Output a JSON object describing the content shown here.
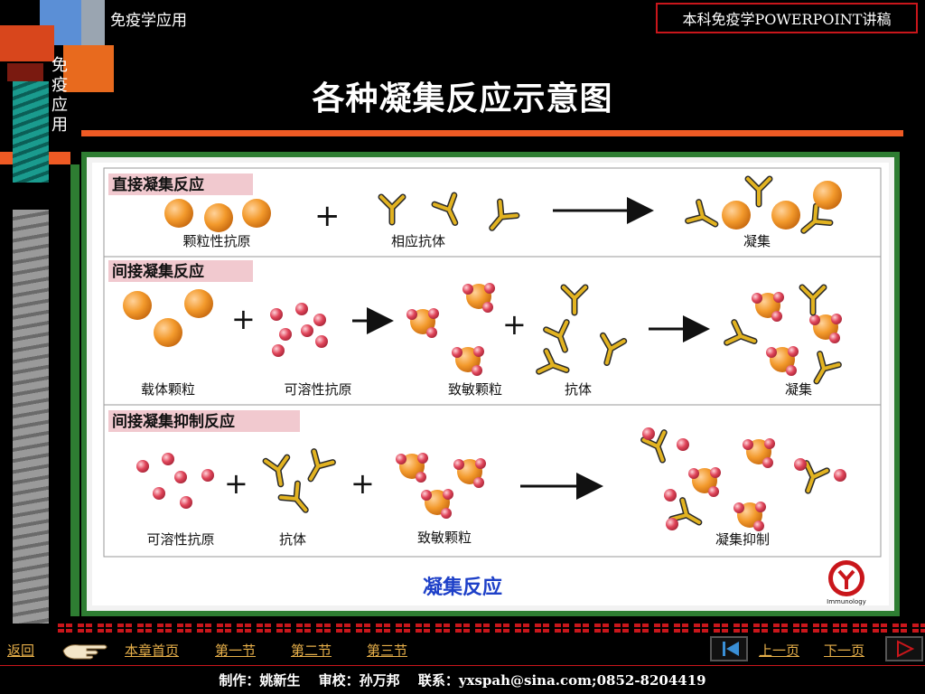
{
  "header": {
    "left_title": "免疫学应用",
    "right_title": "本科免疫学POWERPOINT讲稿"
  },
  "sidebar": {
    "vertical_label": [
      "免",
      "疫",
      "应",
      "用"
    ]
  },
  "slide": {
    "title": "各种凝集反应示意图",
    "caption": "凝集反应",
    "logo_text": "Immunology"
  },
  "panels": [
    {
      "heading": "直接凝集反应",
      "labels": [
        "颗粒性抗原",
        "相应抗体",
        "凝集"
      ]
    },
    {
      "heading": "间接凝集反应",
      "labels": [
        "载体颗粒",
        "可溶性抗原",
        "致敏颗粒",
        "抗体",
        "凝集"
      ]
    },
    {
      "heading": "间接凝集抑制反应",
      "labels": [
        "可溶性抗原",
        "抗体",
        "致敏颗粒",
        "凝集抑制"
      ]
    }
  ],
  "footer": {
    "back": "返回",
    "chapter_home": "本章首页",
    "section1": "第一节",
    "section2": "第二节",
    "section3": "第三节",
    "prev": "上一页",
    "next": "下一页",
    "credits": "制作：姚新生　 审校：孙万邦　 联系：yxspah@sina.com;0852-8204419"
  },
  "colors": {
    "accent_red": "#c9161b",
    "accent_orange": "#ee5a24",
    "frame_green": "#2e7d32",
    "link_gold": "#e8b04a",
    "particle_orange": "#f39a2c",
    "antigen_red": "#e0455a",
    "antibody_yellow": "#e2b321",
    "caption_blue": "#1e40c8"
  }
}
